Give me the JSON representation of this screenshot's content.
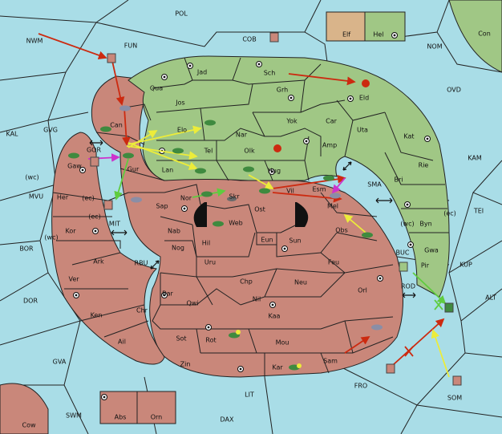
{
  "map": {
    "colors": {
      "sea": "#a9dde7",
      "land_green": "#a0c785",
      "land_red": "#c9877a",
      "land_tan": "#d9b48a",
      "border": "#222222",
      "army_green": "#3f8a3f",
      "army_gray": "#8a8ea6",
      "order_red": "#cc2a10",
      "order_yellow": "#ecec3a",
      "order_green": "#5fcc3f",
      "order_magenta": "#cc33cc"
    },
    "sea_labels": [
      "POL",
      "NWM",
      "FUN",
      "COB",
      "NOM",
      "Con",
      "OVD",
      "KAL",
      "GVG",
      "GOR",
      "KAM",
      "SMA",
      "TEI",
      "MVU",
      "MIT",
      "BOR",
      "RBU",
      "BUC",
      "KUP",
      "DOR",
      "ROD",
      "ALT",
      "GVA",
      "FRO",
      "LIT",
      "SOM",
      "SWM",
      "DAX",
      "Cow"
    ],
    "land_labels": [
      "Elf",
      "Hel",
      "Jad",
      "Sch",
      "Qua",
      "Jos",
      "Grh",
      "Eld",
      "Can",
      "Yok",
      "Car",
      "Elo",
      "Nar",
      "Uta",
      "Gaw",
      "Tel",
      "Olk",
      "Amp",
      "Kat",
      "Gur",
      "Lan",
      "Hug",
      "Rie",
      "(wc)",
      "(ec)",
      "Her",
      "Esm",
      "Vil",
      "Sap",
      "Nor",
      "Skr",
      "Mel",
      "Bri",
      "Kor",
      "Ost",
      "Web",
      "Byn",
      "Nab",
      "Obs",
      "Hil",
      "Sun",
      "Eun",
      "Gwa",
      "Ark",
      "Nog",
      "Pir",
      "Uru",
      "Feu",
      "Ver",
      "Chp",
      "Neu",
      "Bar",
      "Orl",
      "Qwi",
      "Nil",
      "Ken",
      "Chr",
      "Kaa",
      "Ail",
      "Sot",
      "Rot",
      "Mou",
      "Zin",
      "Sam",
      "Kar",
      "Abs",
      "Orn"
    ],
    "legend": {
      "elf": "Elf",
      "hel": "Hel"
    }
  }
}
